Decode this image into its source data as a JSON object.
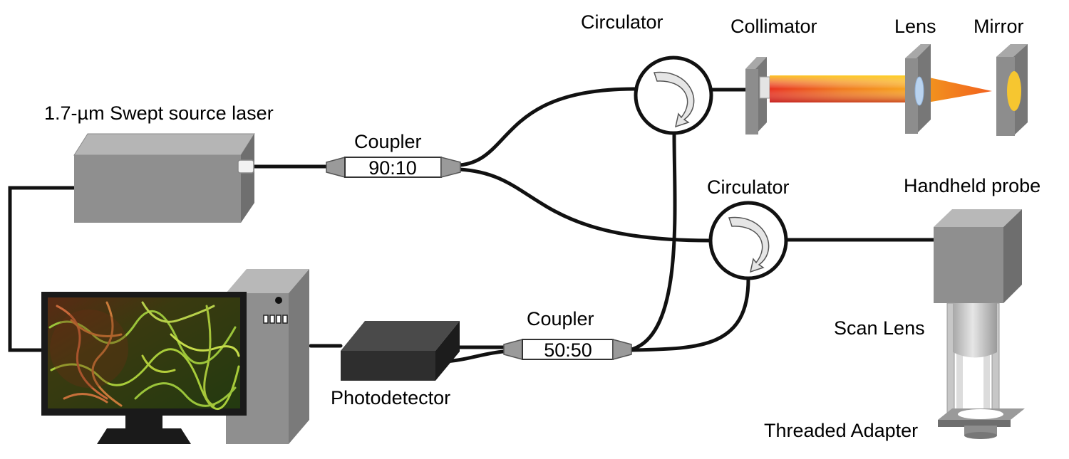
{
  "diagram": {
    "labels": {
      "laser": "1.7-µm Swept source laser",
      "coupler1_title": "Coupler",
      "coupler1_ratio": "90:10",
      "circulator1": "Circulator",
      "collimator": "Collimator",
      "lens": "Lens",
      "mirror": "Mirror",
      "circulator2": "Circulator",
      "handheld_probe": "Handheld probe",
      "coupler2_title": "Coupler",
      "coupler2_ratio": "50:50",
      "photodetector": "Photodetector",
      "scan_lens": "Scan Lens",
      "threaded_adapter": "Threaded Adapter"
    },
    "colors": {
      "device_gray": "#8c8c8c",
      "photodetector": "#2b2b2b",
      "fiber": "#111111",
      "beam_start": "#c81e1e",
      "beam_end": "#ffd21e",
      "mirror_coating": "#f6c630",
      "lens_glass": "#b9d3ef"
    }
  }
}
